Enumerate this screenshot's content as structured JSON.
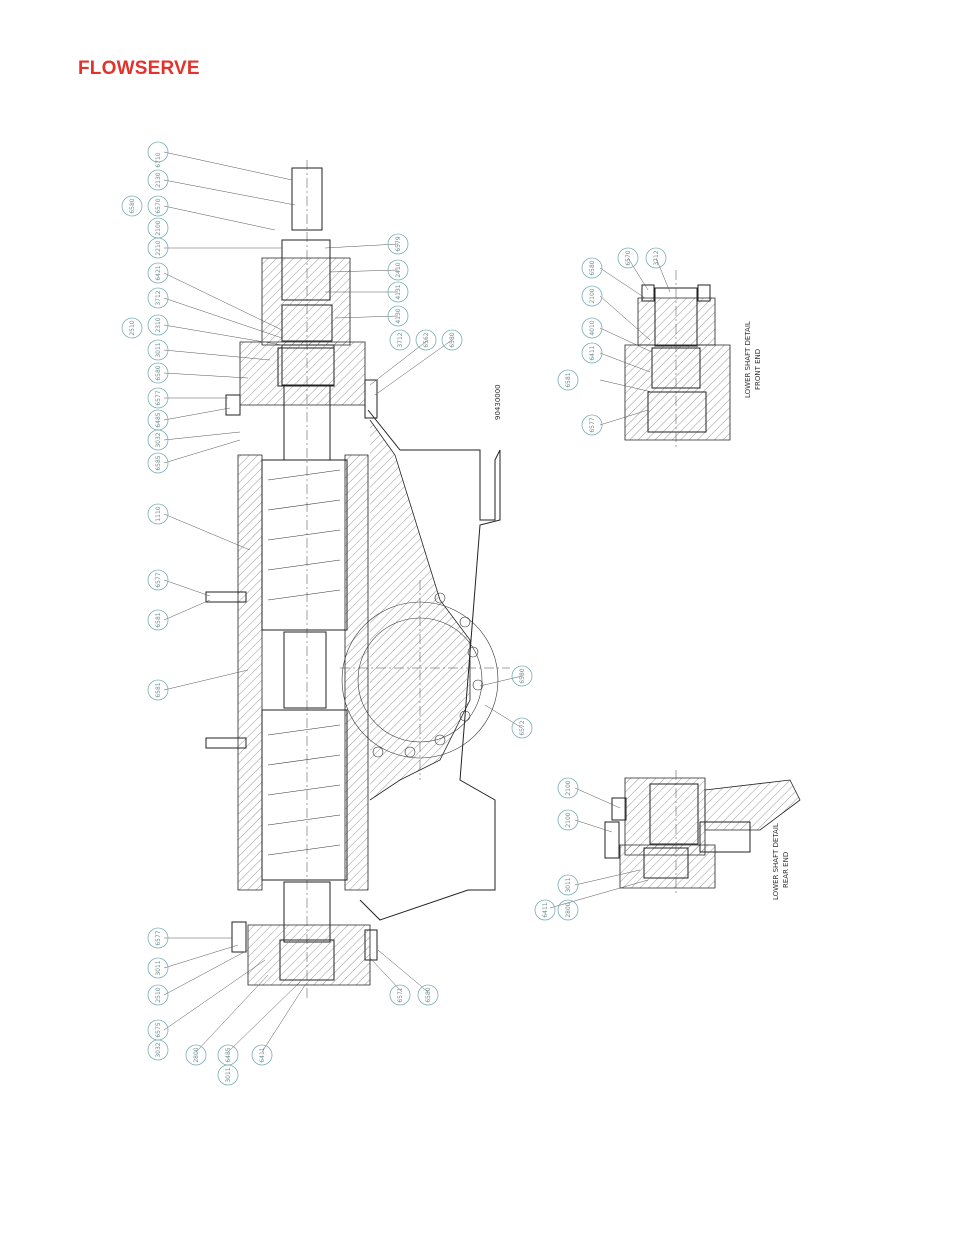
{
  "brand": {
    "name": "FLOWSERVE",
    "color": "#e4312b"
  },
  "drawing": {
    "number": "90430000",
    "detail_a": {
      "title": "LOWER SHAFT DETAIL",
      "subtitle": "FRONT END"
    },
    "detail_b": {
      "title": "LOWER SHAFT DETAIL",
      "subtitle": "REAR END"
    },
    "main_callouts_left": [
      "6710",
      "2130",
      "6570",
      "6580",
      "2100",
      "2210",
      "6421",
      "3712",
      "2310",
      "3011",
      "2510",
      "6580",
      "6577",
      "6485",
      "3032",
      "1110",
      "6577",
      "6581",
      "6585",
      "6581",
      "6577",
      "3011",
      "2510",
      "6575",
      "2800",
      "6485",
      "6411",
      "3011",
      "3032"
    ],
    "main_callouts_right": [
      "6579",
      "2410",
      "4131",
      "4130",
      "3712",
      "6562",
      "6580",
      "6580",
      "6572",
      "6571",
      "6580"
    ],
    "detail_a_callouts": [
      "6580",
      "6570",
      "3712",
      "2100",
      "4010",
      "6411",
      "6581",
      "6577"
    ],
    "detail_b_callouts": [
      "2100",
      "2100",
      "3011",
      "6411",
      "2800"
    ]
  }
}
